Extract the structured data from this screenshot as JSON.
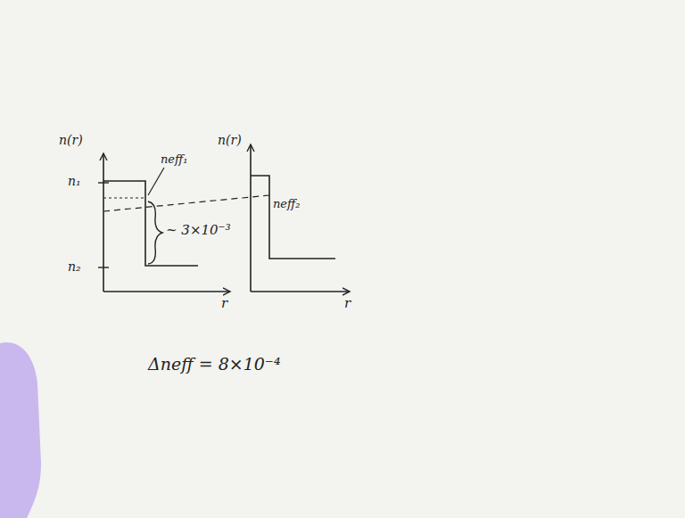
{
  "diagram": {
    "labels": [
      "n(r)",
      "n₁",
      "neff₁",
      "~ 3×10⁻³",
      "n₂",
      "r",
      "n(r)",
      "neff₂",
      "r",
      "Δneff = 8×10⁻⁴"
    ]
  }
}
